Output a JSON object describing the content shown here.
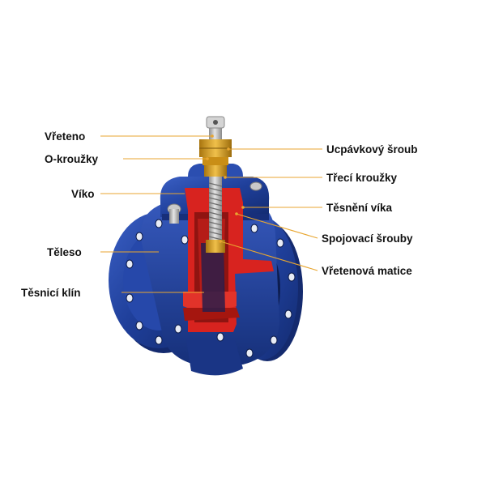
{
  "labels_left": [
    {
      "id": "vreteno",
      "text": "Vřeteno"
    },
    {
      "id": "o-krouzky",
      "text": "O-kroužky"
    },
    {
      "id": "viko",
      "text": "Víko"
    },
    {
      "id": "teleso",
      "text": "Těleso"
    },
    {
      "id": "tesnici-klin",
      "text": "Těsnicí klín"
    }
  ],
  "labels_right": [
    {
      "id": "ucpavkovy-sroub",
      "text": "Ucpávkový šroub"
    },
    {
      "id": "treci-krouzky",
      "text": "Třecí kroužky"
    },
    {
      "id": "tesneni-vika",
      "text": "Těsnění víka"
    },
    {
      "id": "spojovaci-srouby",
      "text": "Spojovací šrouby"
    },
    {
      "id": "vretenova-matice",
      "text": "Vřetenová matice"
    }
  ],
  "colors": {
    "body_blue": "#1f3f9a",
    "body_blue_dark": "#142a6e",
    "cut_red": "#d8231f",
    "stem_grey": "#b9b9b9",
    "brass": "#d9a21c",
    "leader": "#e8a630",
    "text": "#111111"
  }
}
